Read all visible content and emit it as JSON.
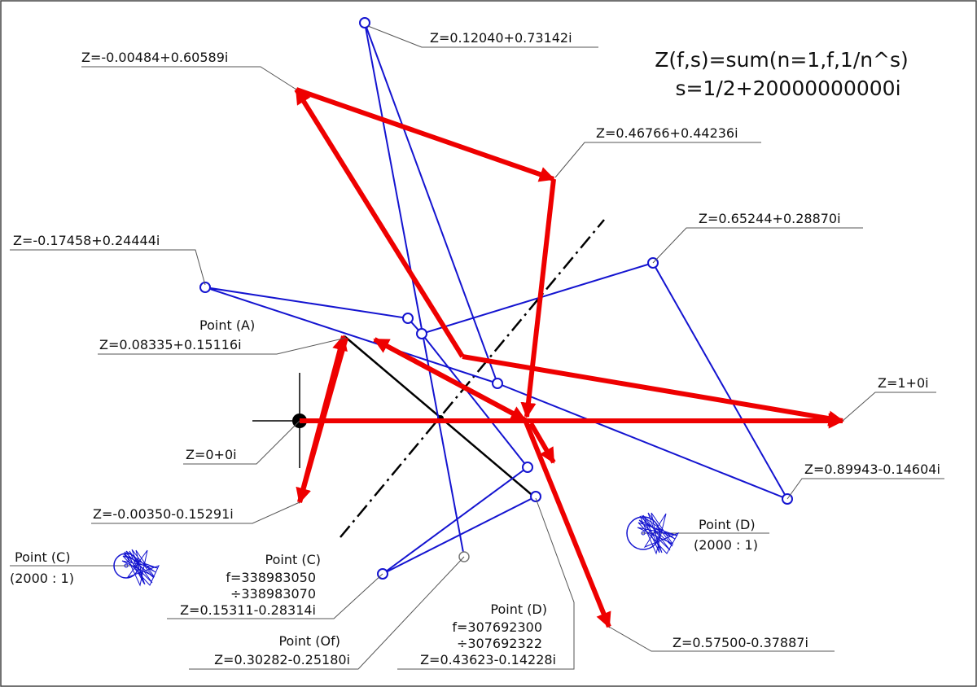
{
  "title_lines": [
    "Z(f,s)=sum(n=1,f,1/n^s)",
    "s=1/2+20000000000i"
  ],
  "labels": {
    "z_top": "Z=0.12040+0.73142i",
    "z_upper_left": "Z=-0.00484+0.60589i",
    "z_red_corner": "Z=0.46766+0.44236i",
    "z_right_upper": "Z=0.65244+0.28870i",
    "z_left": "Z=-0.17458+0.24444i",
    "point_a_name": "Point (A)",
    "point_a_z": "Z=0.08335+0.15116i",
    "z_one": "Z=1+0i",
    "z_zero": "Z=0+0i",
    "z_right_lower": "Z=0.89943-0.14604i",
    "z_lower_left": "Z=-0.00350-0.15291i",
    "point_d_right_name": "Point (D)",
    "point_d_right_scale": "(2000 : 1)",
    "point_c_left_name": "Point (C)",
    "point_c_left_scale": "(2000 : 1)",
    "point_c_name": "Point (C)",
    "point_c_f1": "f=338983050",
    "point_c_f2": "÷338983070",
    "point_c_z": "Z=0.15311-0.28314i",
    "point_d_name": "Point (D)",
    "point_d_f1": "f=307692300",
    "point_d_f2": "÷307692322",
    "point_d_z": "Z=0.43623-0.14228i",
    "point_of_name": "Point (Of)",
    "point_of_z": "Z=0.30282-0.25180i",
    "z_bottom_right": "Z=0.57500-0.37887i"
  },
  "colors": {
    "red_path": "#ee0000",
    "blue_path": "#1414d0",
    "axis": "#000000"
  }
}
